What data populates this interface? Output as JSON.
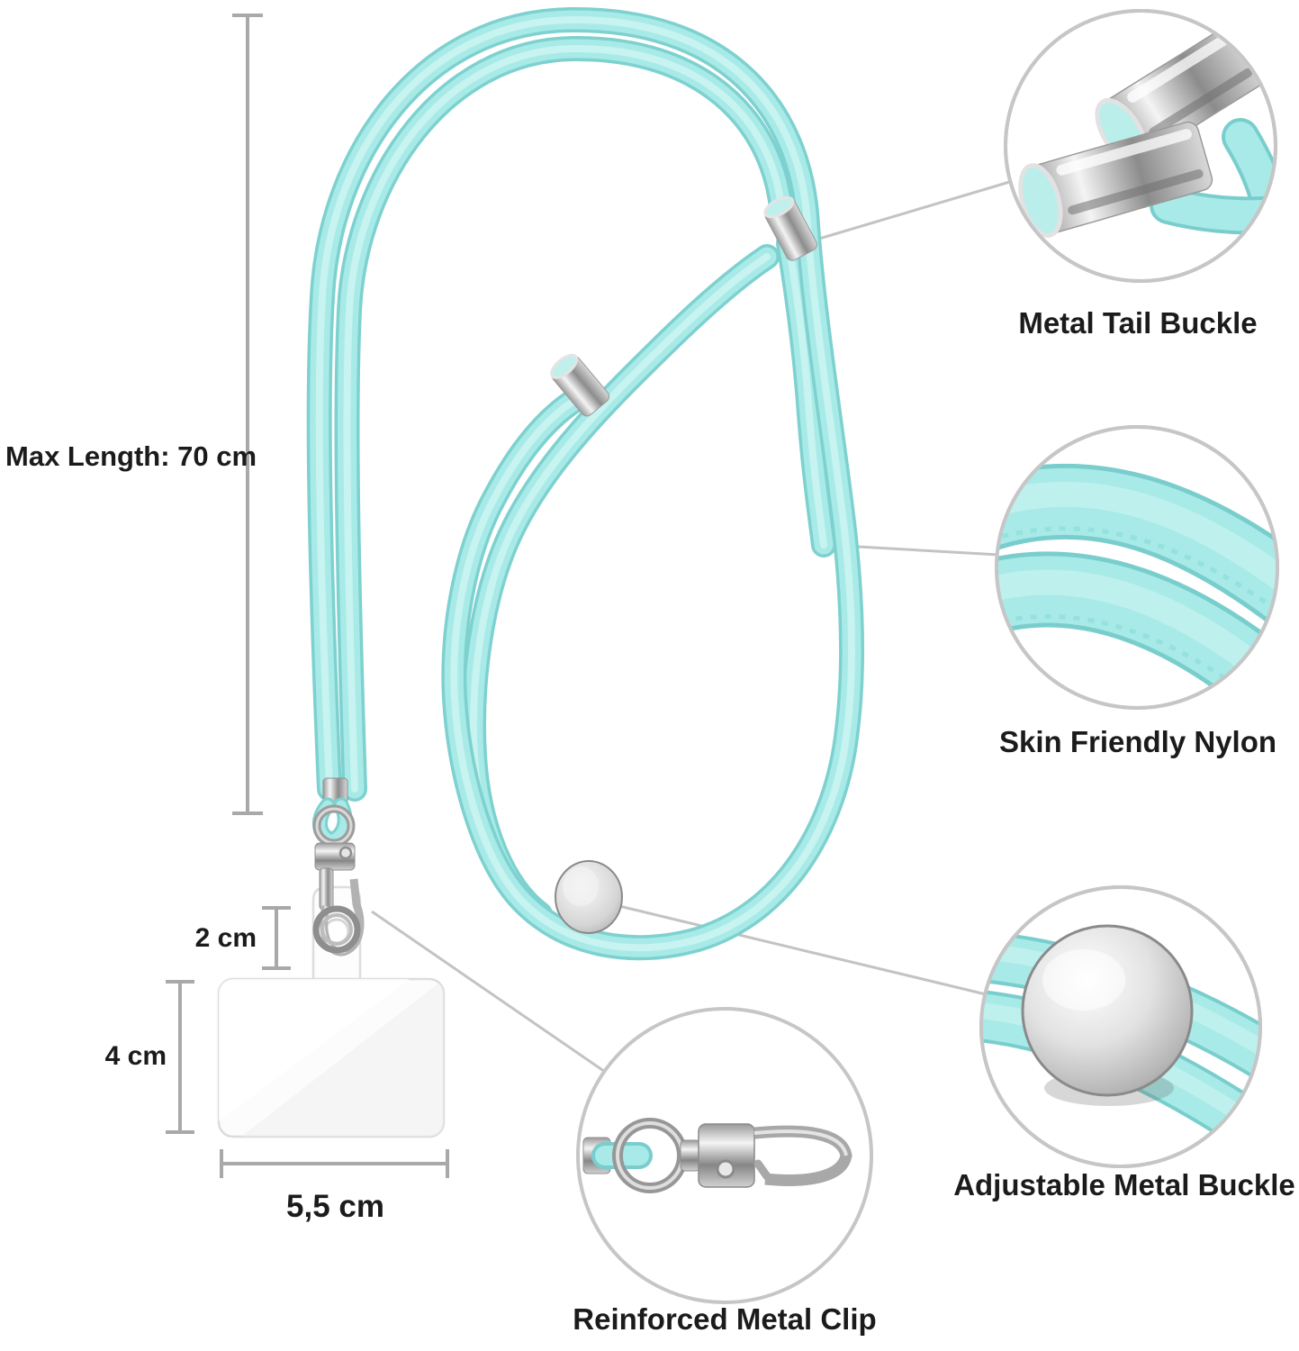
{
  "product": {
    "type_note": "phone lanyard infographic",
    "max_length_label": "Max Length: 70 cm",
    "cord_color": "#a8eae7",
    "cord_shadow_color": "#7dd1cf",
    "metal_color": "#c9c9c9",
    "leader_line_color": "#c3c3c3",
    "text_color": "#1b1b1b",
    "callouts": [
      {
        "label": "Metal Tail Buckle"
      },
      {
        "label": "Skin Friendly Nylon"
      },
      {
        "label": "Adjustable Metal Buckle"
      },
      {
        "label": "Reinforced Metal Clip"
      }
    ],
    "dimensions": {
      "tab_height": "2 cm",
      "card_height": "4 cm",
      "card_width": "5,5 cm"
    }
  }
}
